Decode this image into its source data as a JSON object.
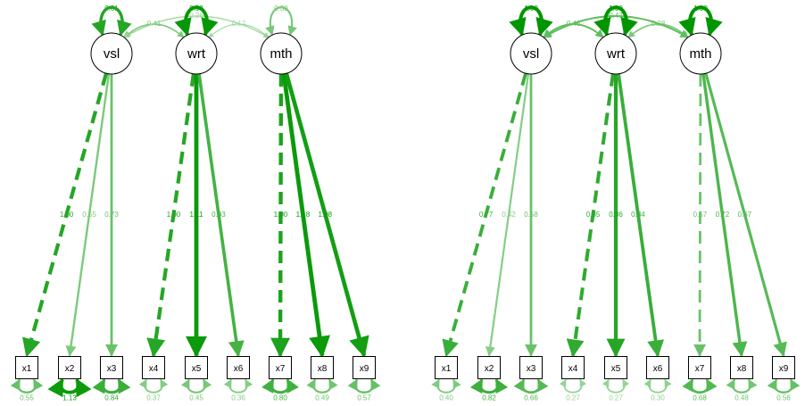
{
  "colors": {
    "background": "#ffffff",
    "node_stroke": "#000000",
    "edge_strong": "#009900",
    "edge_medium": "#33aa33",
    "edge_light": "#99dd99"
  },
  "diagrams": [
    {
      "latents": [
        {
          "id": "vsl",
          "label": "vsl",
          "variance": "0.81"
        },
        {
          "id": "wrt",
          "label": "wrt",
          "variance": "0.98"
        },
        {
          "id": "mth",
          "label": "mth",
          "variance": "0.38"
        }
      ],
      "observed": [
        {
          "label": "x1",
          "residual": "0.55"
        },
        {
          "label": "x2",
          "residual": "1.13"
        },
        {
          "label": "x3",
          "residual": "0.84"
        },
        {
          "label": "x4",
          "residual": "0.37"
        },
        {
          "label": "x5",
          "residual": "0.45"
        },
        {
          "label": "x6",
          "residual": "0.36"
        },
        {
          "label": "x7",
          "residual": "0.80"
        },
        {
          "label": "x8",
          "residual": "0.49"
        },
        {
          "label": "x9",
          "residual": "0.57"
        }
      ],
      "loadings": [
        {
          "from": "vsl",
          "to": 0,
          "label": "1.00",
          "fixed": true,
          "strength": 0.8
        },
        {
          "from": "vsl",
          "to": 1,
          "label": "0.55",
          "fixed": false,
          "strength": 0.35
        },
        {
          "from": "vsl",
          "to": 2,
          "label": "0.73",
          "fixed": false,
          "strength": 0.45
        },
        {
          "from": "wrt",
          "to": 3,
          "label": "1.00",
          "fixed": true,
          "strength": 0.8
        },
        {
          "from": "wrt",
          "to": 4,
          "label": "1.11",
          "fixed": false,
          "strength": 0.95
        },
        {
          "from": "wrt",
          "to": 5,
          "label": "0.93",
          "fixed": false,
          "strength": 0.65
        },
        {
          "from": "mth",
          "to": 6,
          "label": "1.00",
          "fixed": true,
          "strength": 0.85
        },
        {
          "from": "mth",
          "to": 7,
          "label": "1.18",
          "fixed": false,
          "strength": 0.95
        },
        {
          "from": "mth",
          "to": 8,
          "label": "1.08",
          "fixed": false,
          "strength": 0.9
        }
      ],
      "covariances": [
        {
          "a": "vsl",
          "b": "wrt",
          "label": "0.41",
          "strength": 0.35
        },
        {
          "a": "wrt",
          "b": "mth",
          "label": "0.17",
          "strength": 0.15
        },
        {
          "a": "vsl",
          "b": "mth",
          "label": "0.26",
          "strength": 0.2
        }
      ]
    },
    {
      "latents": [
        {
          "id": "vsl",
          "label": "vsl",
          "variance": "1.00"
        },
        {
          "id": "wrt",
          "label": "wrt",
          "variance": "1.00"
        },
        {
          "id": "mth",
          "label": "mth",
          "variance": "1.00"
        }
      ],
      "observed": [
        {
          "label": "x1",
          "residual": "0.40"
        },
        {
          "label": "x2",
          "residual": "0.82"
        },
        {
          "label": "x3",
          "residual": "0.66"
        },
        {
          "label": "x4",
          "residual": "0.27"
        },
        {
          "label": "x5",
          "residual": "0.27"
        },
        {
          "label": "x6",
          "residual": "0.30"
        },
        {
          "label": "x7",
          "residual": "0.68"
        },
        {
          "label": "x8",
          "residual": "0.48"
        },
        {
          "label": "x9",
          "residual": "0.56"
        }
      ],
      "loadings": [
        {
          "from": "vsl",
          "to": 0,
          "label": "0.77",
          "fixed": true,
          "strength": 0.7
        },
        {
          "from": "vsl",
          "to": 1,
          "label": "0.42",
          "fixed": false,
          "strength": 0.3
        },
        {
          "from": "vsl",
          "to": 2,
          "label": "0.58",
          "fixed": false,
          "strength": 0.45
        },
        {
          "from": "wrt",
          "to": 3,
          "label": "0.85",
          "fixed": true,
          "strength": 0.75
        },
        {
          "from": "wrt",
          "to": 4,
          "label": "0.86",
          "fixed": false,
          "strength": 0.8
        },
        {
          "from": "wrt",
          "to": 5,
          "label": "0.84",
          "fixed": false,
          "strength": 0.7
        },
        {
          "from": "mth",
          "to": 6,
          "label": "0.57",
          "fixed": true,
          "strength": 0.45
        },
        {
          "from": "mth",
          "to": 7,
          "label": "0.72",
          "fixed": false,
          "strength": 0.6
        },
        {
          "from": "mth",
          "to": 8,
          "label": "0.67",
          "fixed": false,
          "strength": 0.55
        }
      ],
      "covariances": [
        {
          "a": "vsl",
          "b": "wrt",
          "label": "0.46",
          "strength": 0.5
        },
        {
          "a": "wrt",
          "b": "mth",
          "label": "0.28",
          "strength": 0.35
        },
        {
          "a": "vsl",
          "b": "mth",
          "label": "0.47",
          "strength": 0.5
        }
      ]
    }
  ]
}
